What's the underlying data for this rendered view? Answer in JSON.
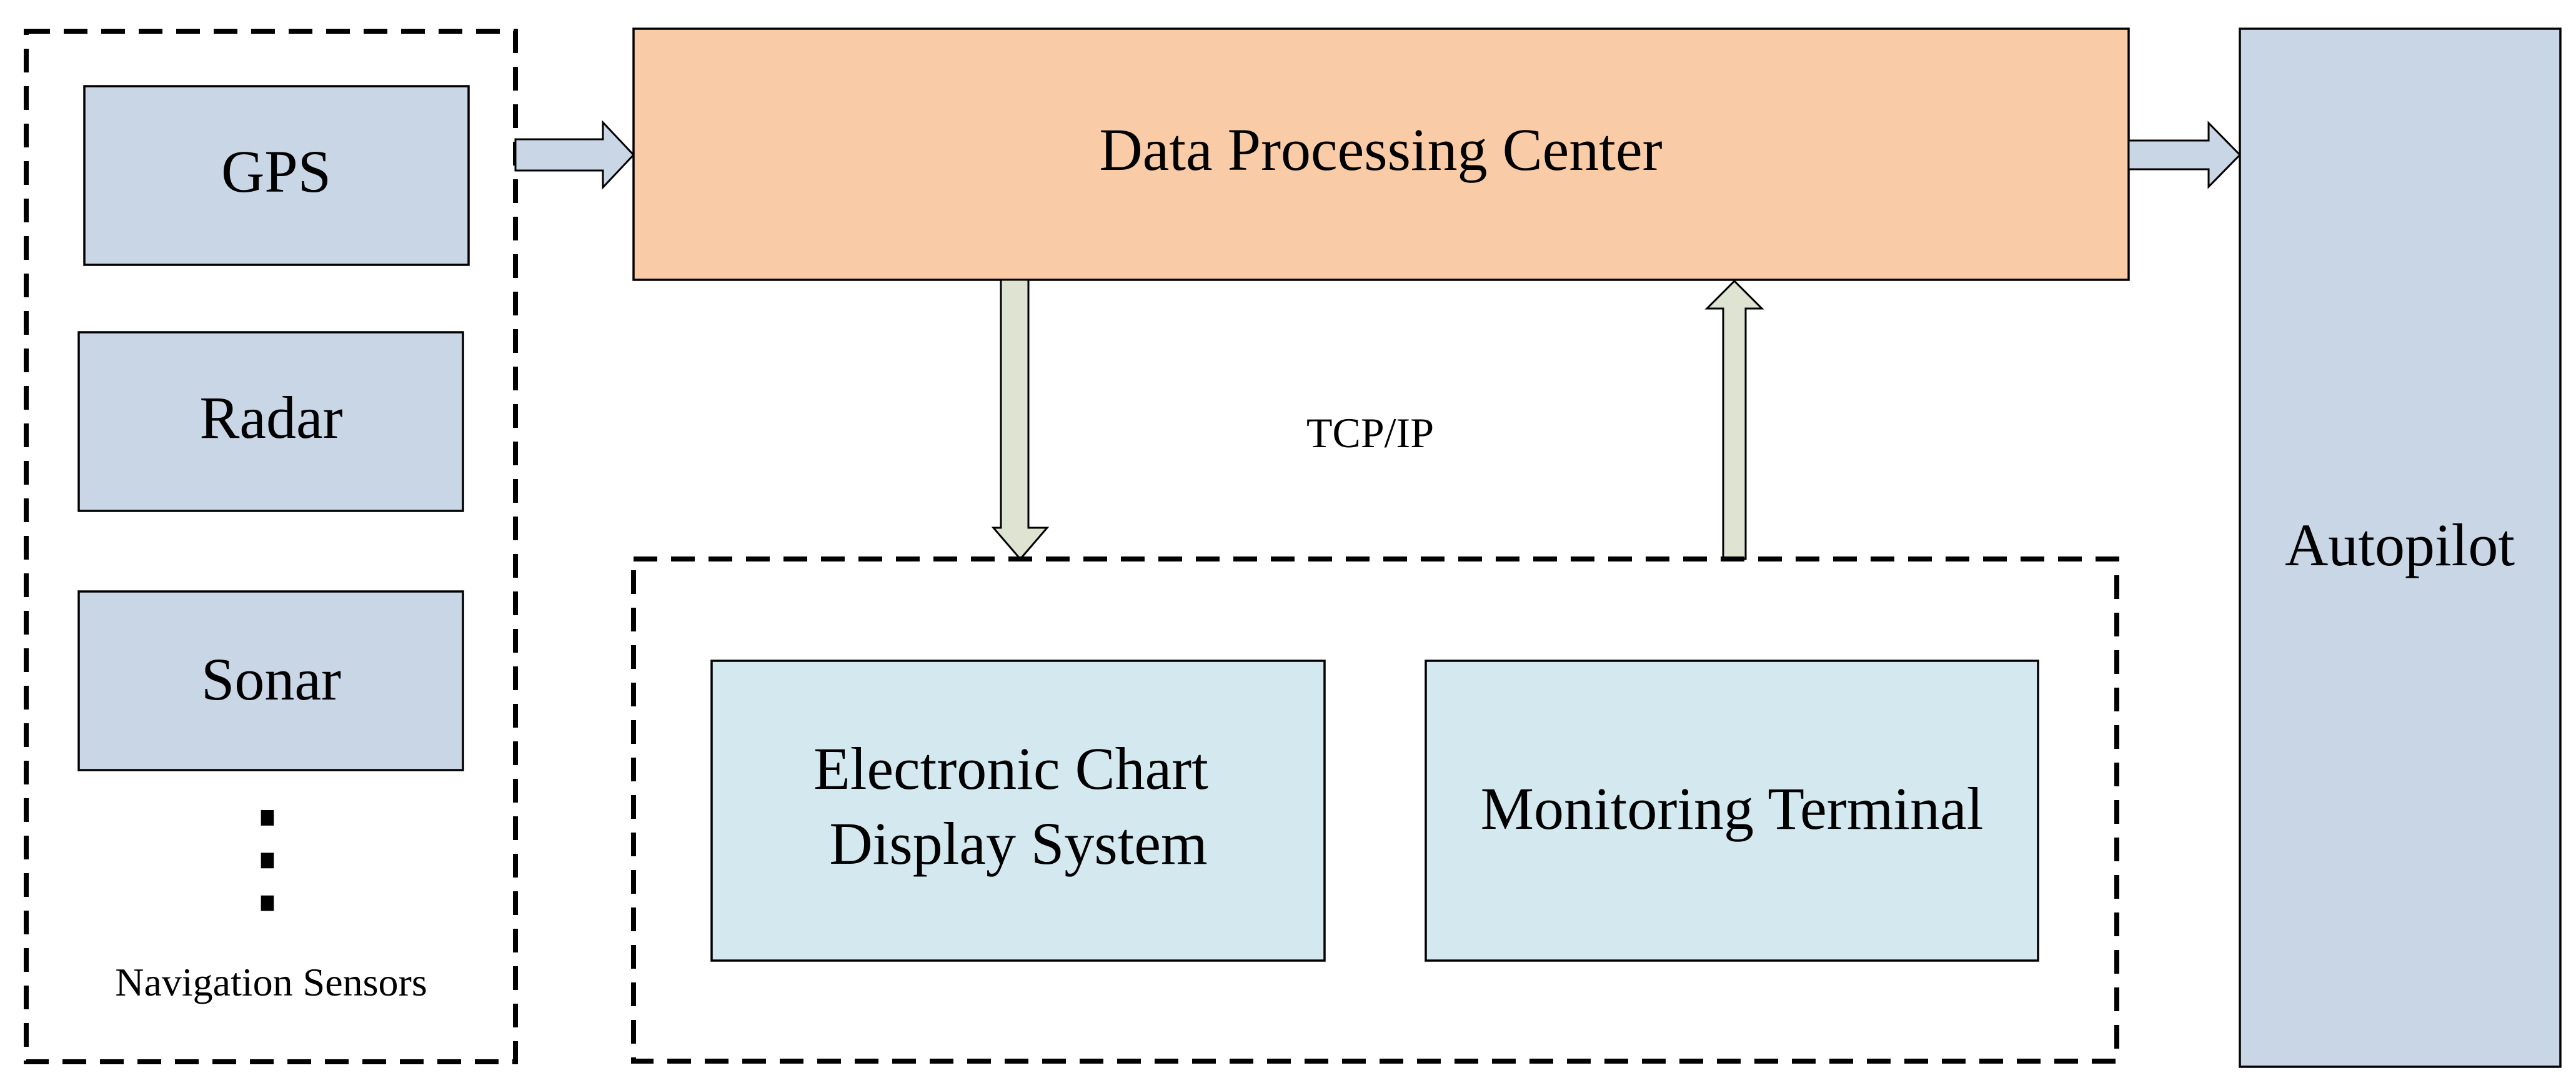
{
  "nodes": {
    "gps": "GPS",
    "radar": "Radar",
    "sonar": "Sonar",
    "ellipsis": "⋮",
    "nav_group_label": "Navigation Sensors",
    "processing_center": "Data Processing Center",
    "protocol": "TCP/IP",
    "ecds_line1": "Electronic Chart",
    "ecds_line2": "Display System",
    "monitoring": "Monitoring Terminal",
    "autopilot": "Autopilot"
  },
  "colors": {
    "sensor_fill": "#c9d6e6",
    "processing_fill": "#f9cba6",
    "terminal_fill": "#d3e9ef",
    "autopilot_fill": "#c9d6e6",
    "arrow_horizontal_fill": "#c9d6e6",
    "arrow_vertical_fill": "#dee3d2"
  }
}
